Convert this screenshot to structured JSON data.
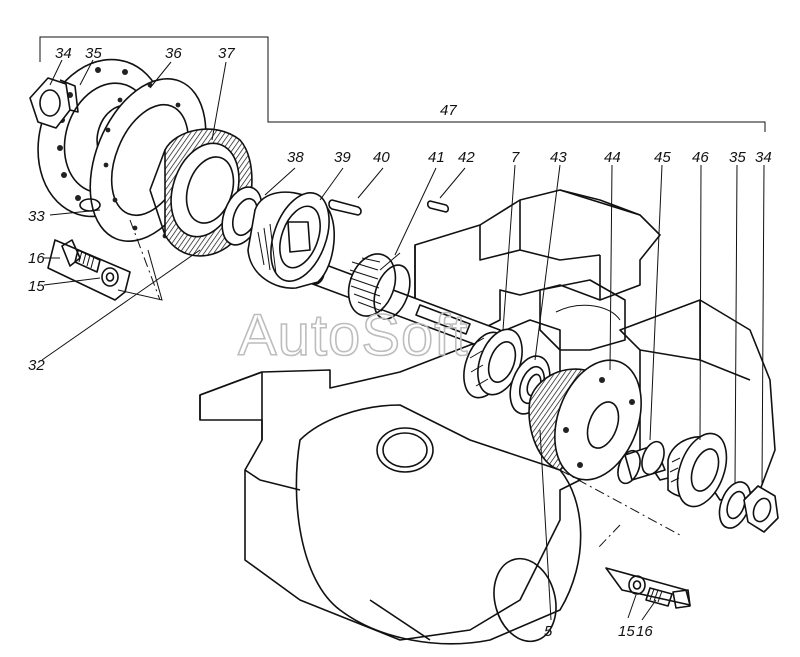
{
  "figure": {
    "watermark": "AutoSoft",
    "labels": {
      "l34a": "34",
      "l35a": "35",
      "l36": "36",
      "l37": "37",
      "l33": "33",
      "l16a": "16",
      "l15a": "15",
      "l32": "32",
      "l38": "38",
      "l39": "39",
      "l40": "40",
      "l41": "41",
      "l42": "42",
      "l47": "47",
      "l7": "7",
      "l43": "43",
      "l44": "44",
      "l45": "45",
      "l46": "46",
      "l35b": "35",
      "l34b": "34",
      "l5": "5",
      "l15b": "15",
      "l16b": "16"
    }
  }
}
